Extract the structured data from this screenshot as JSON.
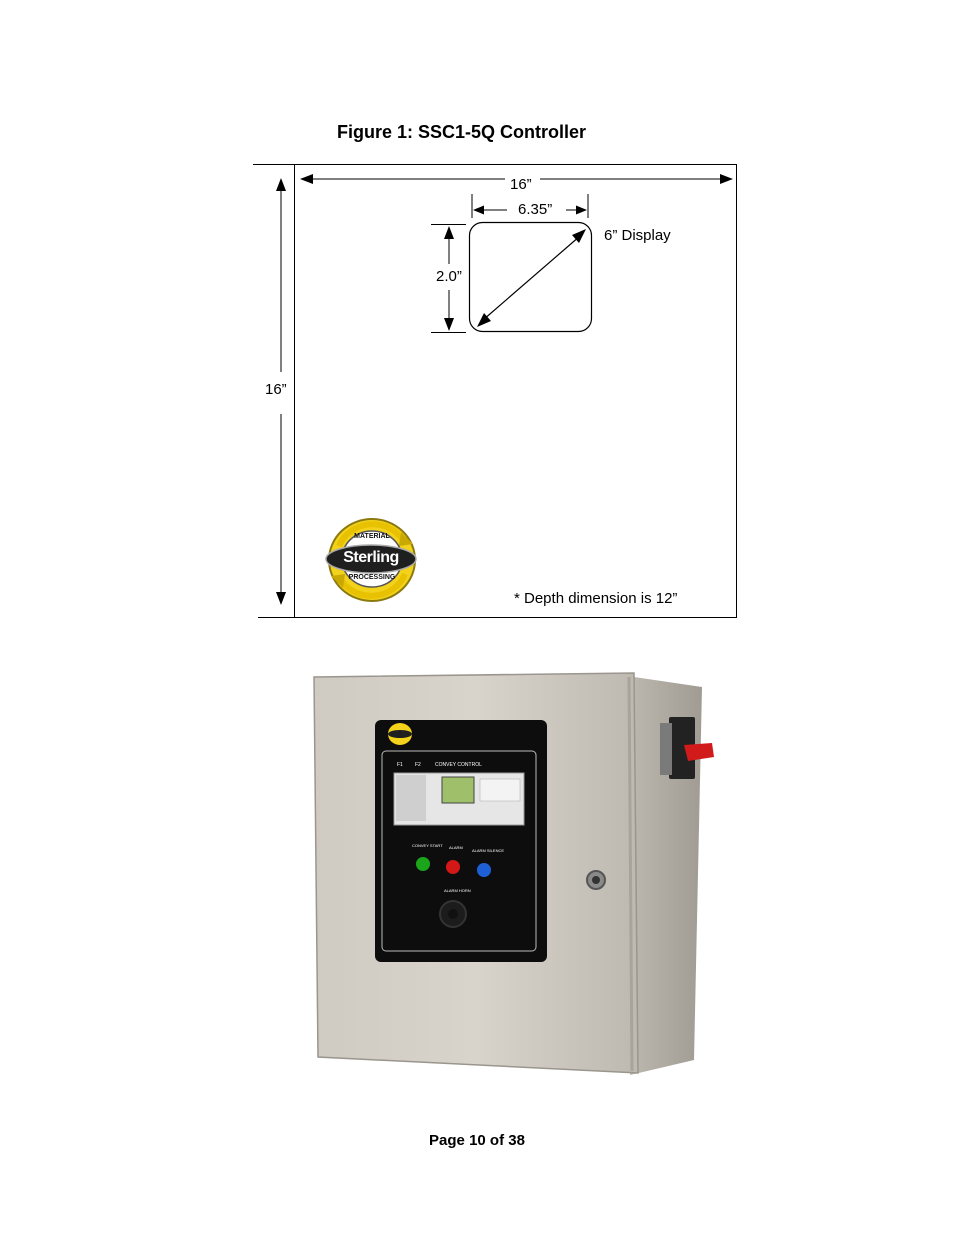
{
  "figure": {
    "title": "Figure 1: SSC1-5Q Controller",
    "width_label": "16”",
    "height_label": "16”",
    "display_width_label": "6.35”",
    "display_height_label": "2.0”",
    "display_diag_label": "6” Display",
    "depth_note": "* Depth dimension is 12”"
  },
  "logo": {
    "top_text": "MATERIAL",
    "brand": "Sterling",
    "bottom_text": "PROCESSING",
    "colors": {
      "ring": "#f2d21b",
      "badge": "#1f1f1f",
      "arrow": "#e8c200"
    }
  },
  "photo": {
    "labels": {
      "f1": "F1",
      "f2": "F2",
      "convey_control": "CONVEY CONTROL",
      "convey_start": "CONVEY START",
      "alarm": "ALARM",
      "alarm_silence": "ALARM SILENCE",
      "alarm_horn": "ALARM HORN"
    },
    "colors": {
      "enclosure": "#d4d0c8",
      "panel": "#0d0d0d",
      "start": "#1aa51a",
      "alarm": "#d41818",
      "silence": "#1f5fd6",
      "handle": "#d11a1a"
    }
  },
  "footer": {
    "page": "Page 10 of 38"
  }
}
